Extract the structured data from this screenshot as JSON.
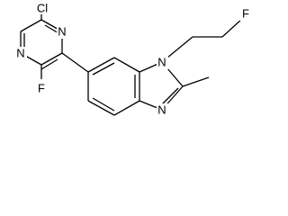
{
  "molecule": {
    "atoms": {
      "cl": "Cl",
      "n_pyr_top": "N",
      "n_pyr_left": "N",
      "f_pyr": "F",
      "n_imid_1": "N",
      "n_imid_3": "N",
      "f_ethyl": "F"
    }
  },
  "colors": {
    "bond": "#000000",
    "label": "#000000",
    "background": "#ffffff"
  }
}
